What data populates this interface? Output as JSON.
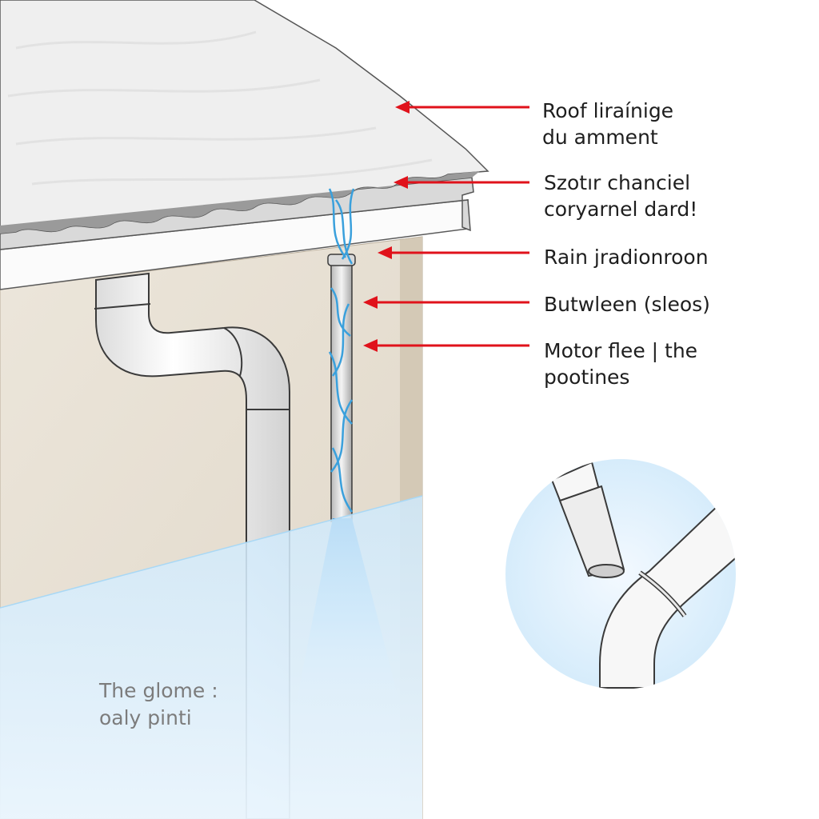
{
  "colors": {
    "arrow": "#e0121b",
    "roof": "#efefef",
    "wall": "#e5ddd0",
    "pipe": "#f7f7f7",
    "outline": "#3a3a3a",
    "water": "#6cc0ec",
    "inset_bg": "#dcefff"
  },
  "labels": [
    {
      "id": "roof",
      "lines": [
        "Roof liraínige",
        "du amment"
      ]
    },
    {
      "id": "gutter",
      "lines": [
        "Szotır chanciel",
        "coryarnel dard!"
      ]
    },
    {
      "id": "rain",
      "lines": [
        "Rain jradionroon"
      ]
    },
    {
      "id": "between",
      "lines": [
        "Butwleen (sleos)"
      ]
    },
    {
      "id": "motor",
      "lines": [
        "Motor flee | the",
        "pootines"
      ]
    }
  ],
  "caption": {
    "lines": [
      "The glome :",
      "oaly pinti"
    ]
  },
  "icons": {
    "inset": "pipe-joint-detail-icon"
  }
}
